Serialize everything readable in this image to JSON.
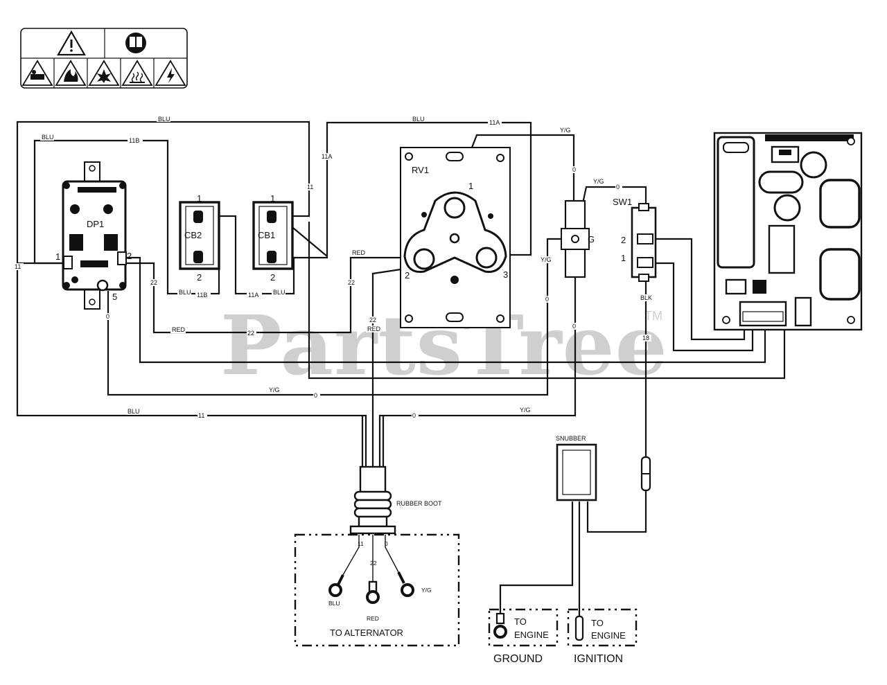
{
  "watermark": {
    "brand": "PartsTree",
    "trademark": "TM"
  },
  "components": {
    "dp1": "DP1",
    "cb2": "CB2",
    "cb1": "CB1",
    "rv1": "RV1",
    "ground_block": "G",
    "sw1": "SW1",
    "snubber": "SNUBBER",
    "rubber_boot": "RUBBER BOOT"
  },
  "pins": {
    "dp1_pin1": "1",
    "dp1_pin2": "2",
    "dp1_pin5": "5",
    "cb2_top": "1",
    "cb2_bottom": "2",
    "cb1_top": "1",
    "cb1_bottom": "2",
    "rv1_pin1": "1",
    "rv1_pin2": "2",
    "rv1_pin3": "3",
    "sw1_pin2": "2",
    "sw1_pin1": "1"
  },
  "wire_labels": {
    "blu_top_long": "BLU",
    "blu_top_left": "BLU",
    "w11b_top": "11B",
    "blu_top_mid": "BLU",
    "w11a_top": "11A",
    "yg_top": "Y/G",
    "w11a_vert": "11A",
    "w11_vert": "11",
    "w11_left": "11",
    "w22_dp": "22",
    "w0_dp": "0",
    "blu_cb2_bottom": "BLU",
    "w11b_bottom": "11B",
    "w11a_bottom": "11A",
    "blu_cb1_bottom": "BLU",
    "red_rv1": "RED",
    "w22_rv1": "22",
    "w22_center": "22",
    "red_center": "RED",
    "red_22_row": "RED",
    "w22_row": "22",
    "w0_g_top": "0",
    "yg_sw": "Y/G",
    "w0_sw": "0",
    "yg_g": "Y/G",
    "w0_g_mid": "0",
    "w0_g_low": "0",
    "blk": "BLK",
    "w18": "18",
    "yg_row": "Y/G",
    "w0_row": "0",
    "blu_bottom": "BLU",
    "w11_bottom": "11",
    "w0_bottom": "0",
    "yg_bottom": "Y/G"
  },
  "alternator": {
    "title": "TO ALTERNATOR",
    "w11": "11",
    "w22": "22",
    "w0": "0",
    "blu": "BLU",
    "red": "RED",
    "yg": "Y/G"
  },
  "engine": {
    "to_engine_1": "TO",
    "to_engine_1b": "ENGINE",
    "to_engine_2": "TO",
    "to_engine_2b": "ENGINE",
    "ground": "GROUND",
    "ignition": "IGNITION"
  },
  "warning_icons": [
    "warning-triangle-icon",
    "manual-book-icon",
    "asphyxiation-icon",
    "fire-icon",
    "explosion-icon",
    "hot-surface-icon",
    "electric-shock-icon"
  ]
}
